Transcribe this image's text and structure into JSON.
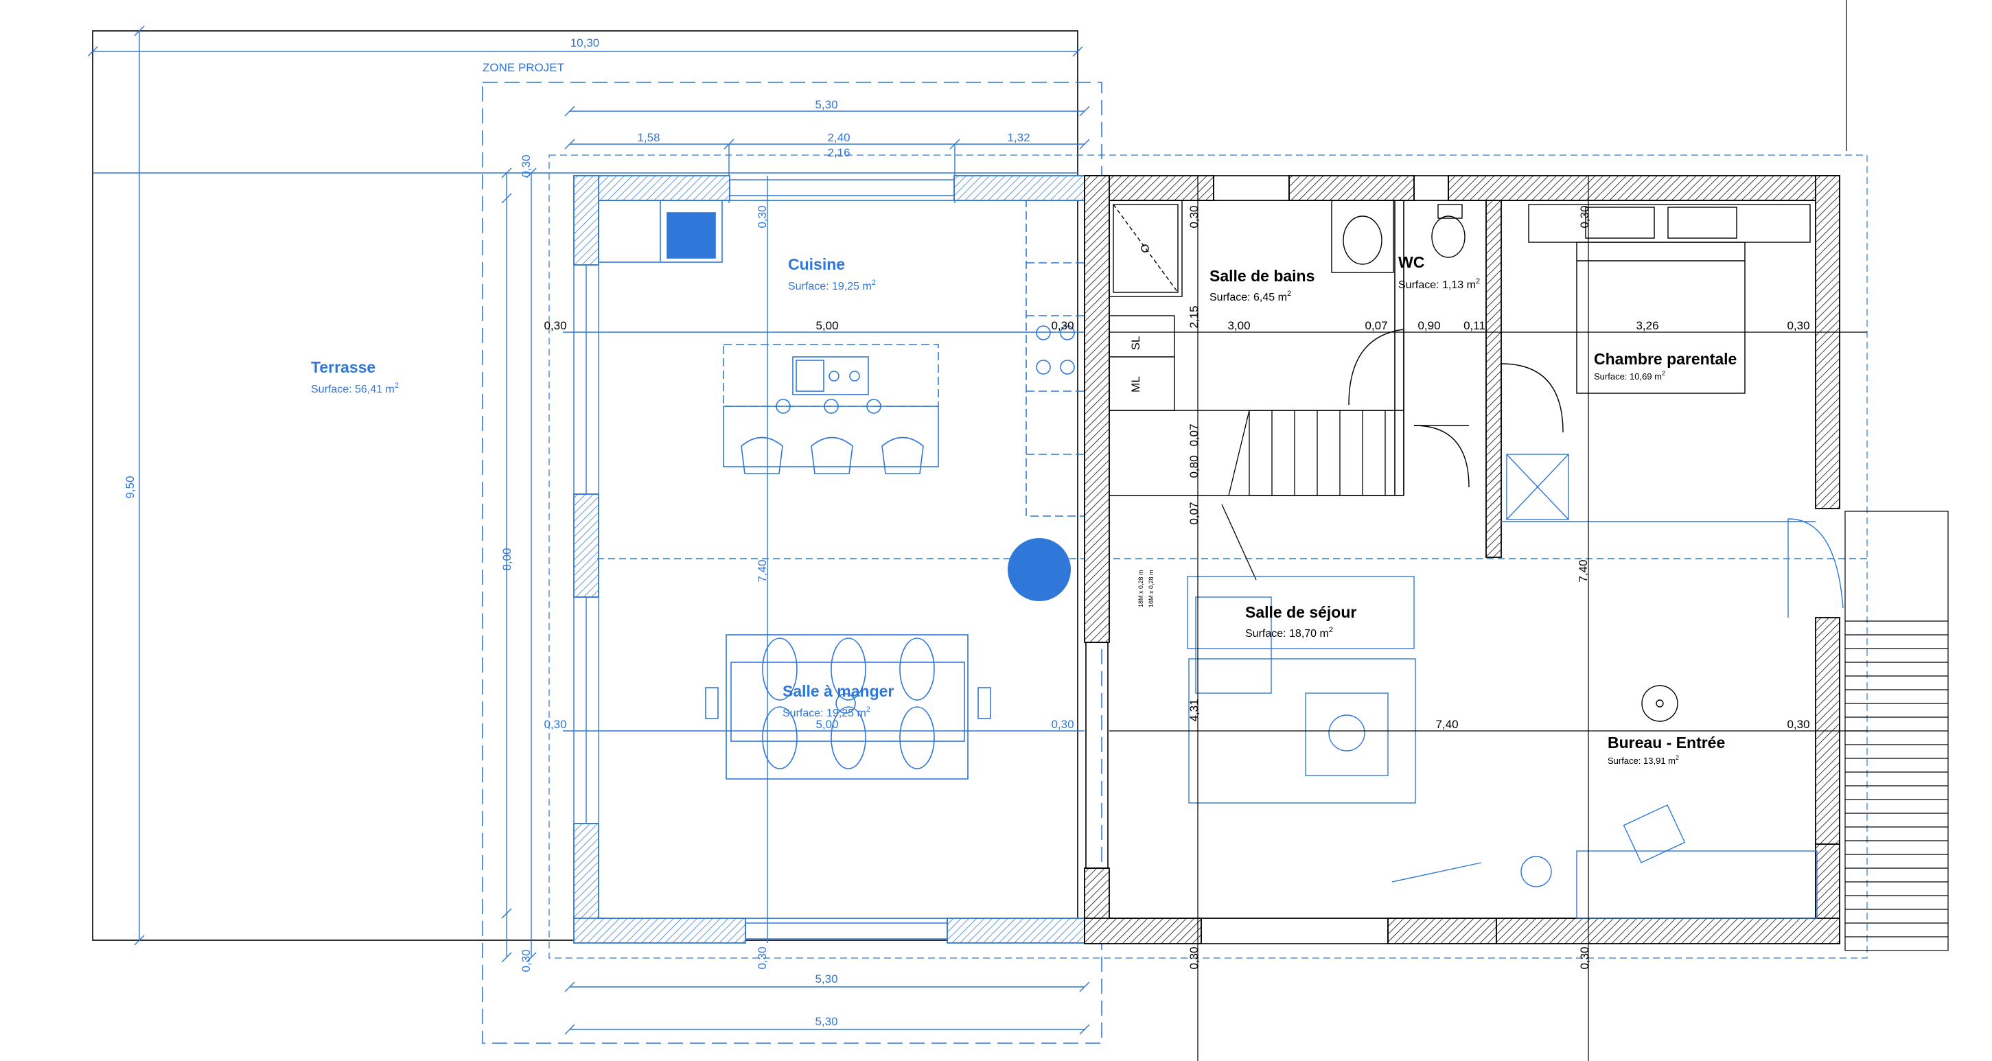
{
  "zone_label": "ZONE PROJET",
  "rooms": [
    {
      "id": "terrasse",
      "name": "Terrasse",
      "surface_label": "Surface: 56,41 m",
      "sup": "2"
    },
    {
      "id": "cuisine",
      "name": "Cuisine",
      "surface_label": "Surface: 19,25 m",
      "sup": "2"
    },
    {
      "id": "salle-a-manger",
      "name": "Salle à manger",
      "surface_label": "Surface: 19,25 m",
      "sup": "2"
    },
    {
      "id": "salle-de-bains",
      "name": "Salle de bains",
      "surface_label": "Surface: 6,45 m",
      "sup": "2"
    },
    {
      "id": "wc",
      "name": "WC",
      "surface_label": "Surface: 1,13 m",
      "sup": "2"
    },
    {
      "id": "chambre-parentale",
      "name": "Chambre parentale",
      "surface_label": "Surface: 10,69 m",
      "sup": "2"
    },
    {
      "id": "salle-de-sejour",
      "name": "Salle de séjour",
      "surface_label": "Surface: 18,70 m",
      "sup": "2"
    },
    {
      "id": "bureau-entree",
      "name": "Bureau - Entrée",
      "surface_label": "Surface: 13,91 m",
      "sup": "2"
    }
  ],
  "appliance_labels": {
    "sl": "SL",
    "ml": "ML"
  },
  "dims_top": {
    "overall": "10,30",
    "zone": "5,30",
    "seg1": "1,58",
    "seg2": "2,40",
    "seg3": "1,32",
    "inner": "2,16"
  },
  "dims_bottom": {
    "a": "5,30",
    "b": "5,30"
  },
  "dims_left": {
    "terrace": "9,50",
    "total": "8,00",
    "inner": "7,40",
    "top": "0,30",
    "bottom": "0,30"
  },
  "dims_blue": {
    "wall_top": "0,30",
    "row1_left": "0,30",
    "row1_mid": "5,00",
    "row1_right": "0,30",
    "vertical": "7,40",
    "row2_left": "0,30",
    "row2_mid": "5,00",
    "row2_right": "0,30",
    "wall_bottom": "0,30"
  },
  "dims_black": {
    "wall_top_a": "0,30",
    "wall_top_b": "0,30",
    "v1": "2,15",
    "v2": "0,07",
    "v3": "0,80",
    "v4": "0,07",
    "v5": "4,31",
    "r1_a": "3,00",
    "r1_b": "0,07",
    "r1_c": "0,90",
    "r1_d": "0,11",
    "r1_e": "3,26",
    "r1_f": "0,30",
    "v_right": "7,40",
    "r2_mid": "7,40",
    "r2_right": "0,30",
    "wall_bot_a": "0,30",
    "wall_bot_b": "0,30",
    "stair_1": "18M x 0,28 m",
    "stair_2": "16M x 0,28 m"
  }
}
